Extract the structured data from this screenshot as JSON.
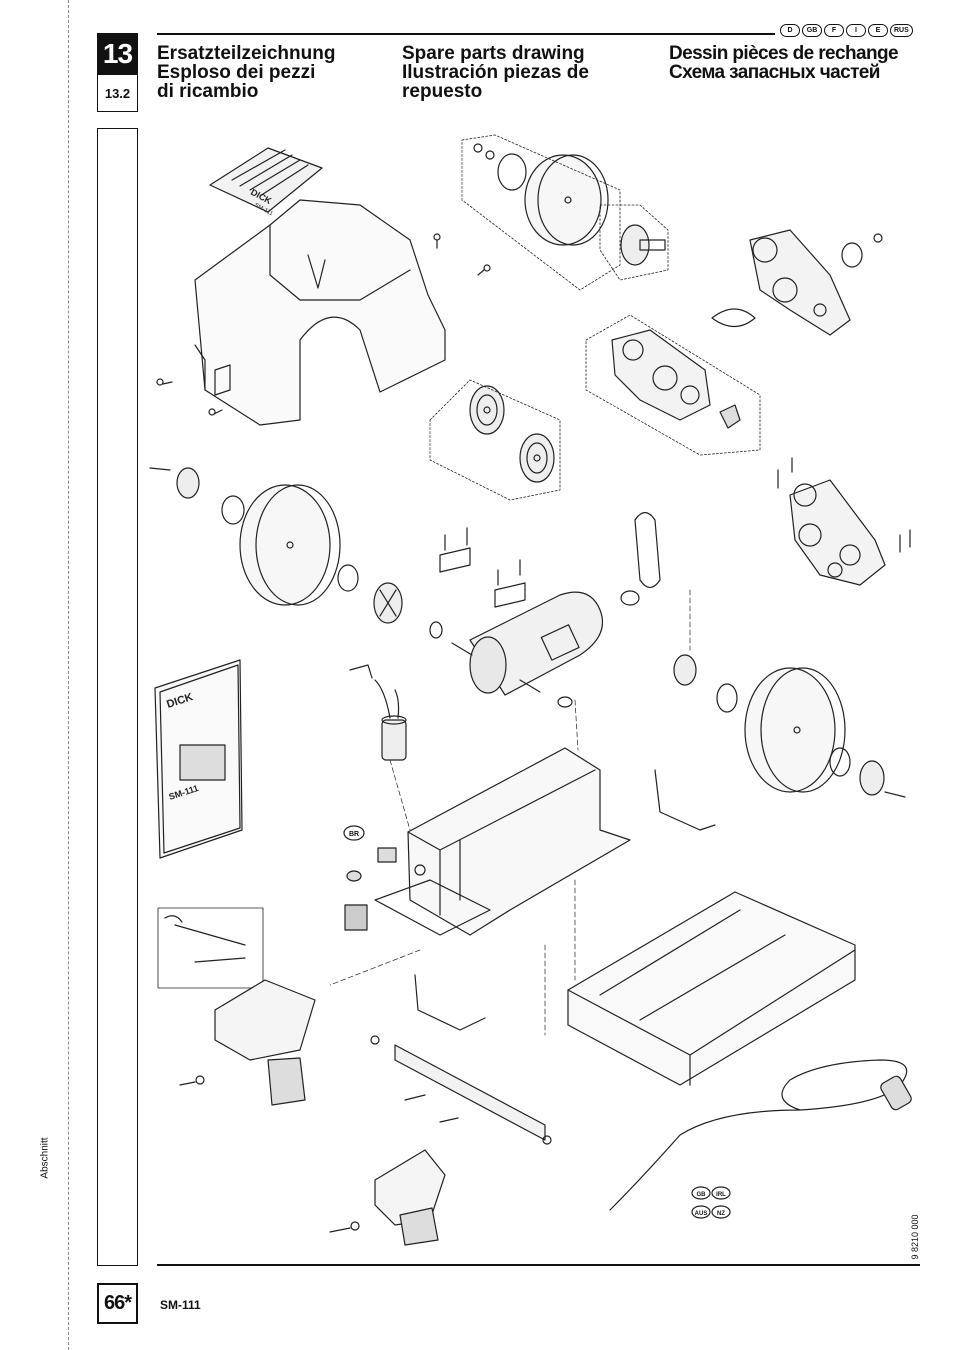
{
  "chapter": {
    "number": "13",
    "subsection": "13.2"
  },
  "languages": [
    "D",
    "GB",
    "F",
    "I",
    "E",
    "RUS"
  ],
  "titles": {
    "col1_line1": "Ersatzteilzeichnung",
    "col1_line2": "Esploso dei pezzi",
    "col1_line3": "di ricambio",
    "col2_line1": "Spare parts drawing",
    "col2_line2": "Ilustración piezas de",
    "col2_line3": "repuesto",
    "col3_line1": "Dessin pièces de rechange",
    "col3_line2": "Схема запасных частей"
  },
  "drawing": {
    "manual_brand_top": "DICK",
    "manual_model_top": "SM-111",
    "manual_brand": "DICK",
    "manual_model": "SM-111",
    "badge_br": "BR",
    "plug_badges": [
      "GB",
      "IRL",
      "AUS",
      "NZ"
    ]
  },
  "footer": {
    "section_label": "Abschnitt",
    "document_number": "9 8210 000",
    "page_number": "66*",
    "model": "SM-111"
  }
}
